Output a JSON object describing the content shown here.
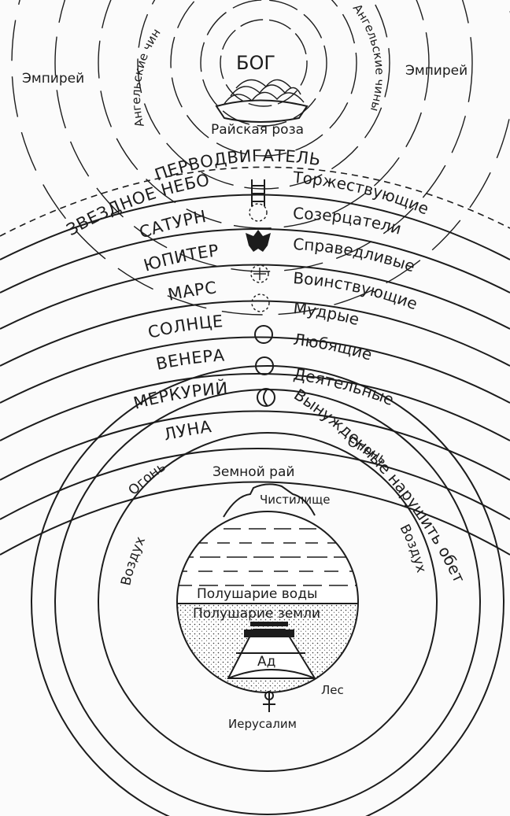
{
  "labels": {
    "god": "БОГ",
    "empyrean_left": "Эмпирей",
    "empyrean_right": "Эмпирей",
    "angels_left": "Ангельские чины",
    "angels_right": "Ангельские чины",
    "rose": "Райская роза",
    "prime_mover": "ПЕРВОДВИГАТЕЛЬ",
    "fire_left": "Огонь",
    "fire_right": "Огонь",
    "air_left": "Воздух",
    "air_right": "Воздух",
    "earthly_paradise": "Земной рай",
    "purgatory": "Чистилище",
    "water_hemisphere": "Полушарие воды",
    "land_hemisphere": "Полушарие земли",
    "hell": "Ад",
    "forest": "Лес",
    "jerusalem": "Иерусалим"
  },
  "spheres": [
    {
      "name": "ЗВЕЗДНОЕ НЕБО",
      "souls": "Торжествующие",
      "symbol": "ladder-icon"
    },
    {
      "name": "САТУРН",
      "souls": "Созерцатели",
      "symbol": "dotted-circle-icon"
    },
    {
      "name": "ЮПИТЕР",
      "souls": "Справедливые",
      "symbol": "eagle-icon"
    },
    {
      "name": "МАРС",
      "souls": "Воинствующие",
      "symbol": "cross-circle-icon"
    },
    {
      "name": "СОЛНЦЕ",
      "souls": "Мудрые",
      "symbol": "dotted-circle-icon"
    },
    {
      "name": "ВЕНЕРА",
      "souls": "Любящие",
      "symbol": "circle-icon"
    },
    {
      "name": "МЕРКУРИЙ",
      "souls": "Деятельные",
      "symbol": "circle-icon"
    },
    {
      "name": "ЛУНА",
      "souls": "Вынужденные нарушить обет",
      "symbol": "crescent-icon"
    }
  ]
}
